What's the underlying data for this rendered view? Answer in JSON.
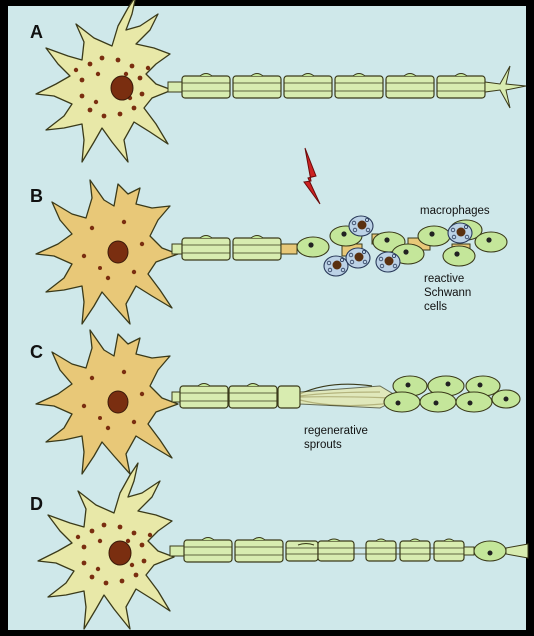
{
  "figure": {
    "panels": [
      {
        "label": "A"
      },
      {
        "label": "B"
      },
      {
        "label": "C"
      },
      {
        "label": "D"
      }
    ],
    "annotations": {
      "macrophages": "macrophages",
      "reactive_schwann_line1": "reactive",
      "reactive_schwann_line2": "Schwann",
      "reactive_schwann_line3": "cells",
      "regenerative_line1": "regenerative",
      "regenerative_line2": "sprouts"
    },
    "colors": {
      "background": "#cfe8ea",
      "healthy_soma": "#e8e8a8",
      "injured_soma": "#e8c878",
      "nucleus": "#7a2e10",
      "myelin": "#d8ecb0",
      "schwann_cell": "#c4e69a",
      "macrophage": "#bcd2e6",
      "injury_bolt": "#cc2222"
    }
  }
}
